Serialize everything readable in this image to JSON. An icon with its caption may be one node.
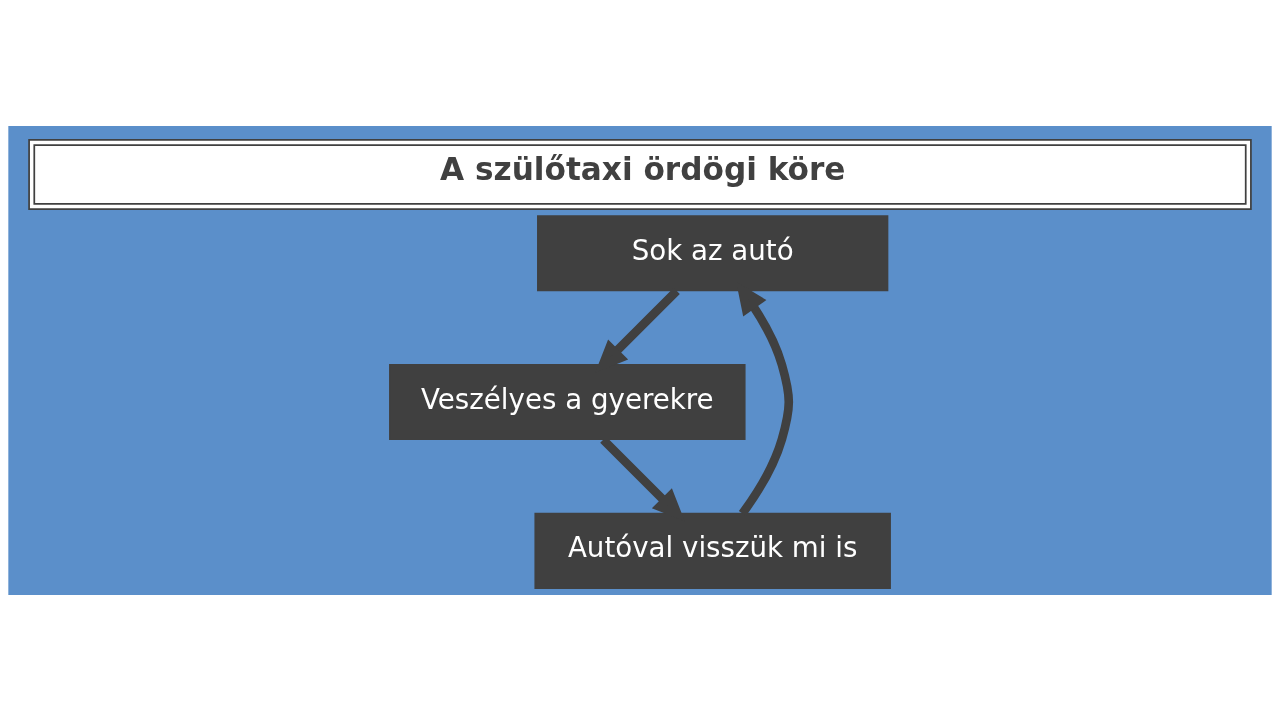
{
  "diagram": {
    "title": "A szülőtaxi ördögi köre",
    "nodes": [
      {
        "text": [
          "Sok az autó"
        ]
      },
      {
        "text": [
          "Veszélyes a gyerekre"
        ]
      },
      {
        "text": [
          "Autóval visszük mi is"
        ]
      }
    ],
    "edges": [
      {
        "from": 0,
        "to": 1,
        "arrow": "to"
      },
      {
        "from": 1,
        "to": 2,
        "arrow": "to"
      },
      {
        "from": 2,
        "to": 0,
        "arrow": "to"
      }
    ]
  }
}
